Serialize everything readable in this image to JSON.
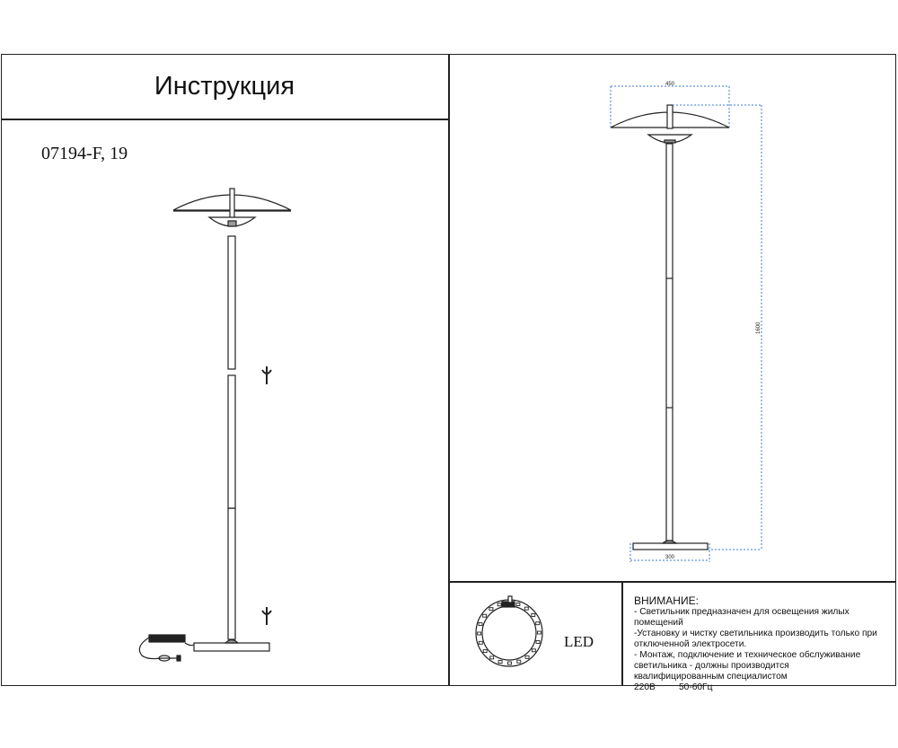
{
  "header": {
    "title": "Инструкция"
  },
  "product": {
    "model": "07194-F, 19"
  },
  "dimensions": {
    "shade_width": "450",
    "base_width": "300",
    "height": "1600",
    "color": "#3a7bd5"
  },
  "led": {
    "label": "LED"
  },
  "warning": {
    "heading": "ВНИМАНИЕ:",
    "lines": [
      "- Светильник предназначен для освещения жилых",
      "помещений",
      "-Установку и чистку светильника производить только при",
      "отключенной электросети.",
      "- Монтаж, подключение и техническое обслуживание",
      "светильника - должны производится",
      "квалифицированным специалистом"
    ],
    "voltage": "220В",
    "frequency": "50-60Гц"
  }
}
